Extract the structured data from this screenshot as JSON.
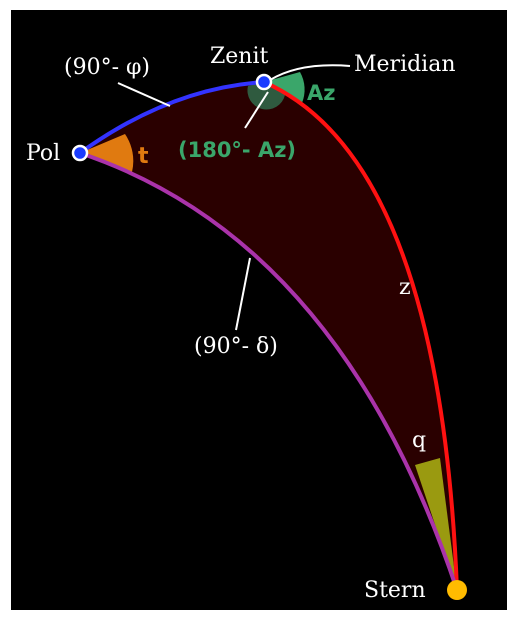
{
  "labels": {
    "zenit": "Zenit",
    "meridian": "Meridian",
    "pol": "Pol",
    "stern": "Stern",
    "co_latitude": "(90°- φ)",
    "co_declination": "(90°- δ)",
    "zenith_distance": "z",
    "hour_angle": "t",
    "azimuth": "Az",
    "supplement_azimuth": "(180°- Az)",
    "parallactic_angle": "q"
  },
  "colors": {
    "background": "#000000",
    "triangle_fill": "#2a0000",
    "pol_zenit_arc": "#3333ff",
    "zenit_stern_arc": "#ff1111",
    "pol_stern_arc": "#aa33aa",
    "hour_angle": "#e07a10",
    "azimuth": "#3aa66a",
    "supplement_azimuth": "#2f5a3f",
    "parallactic_angle": "#9a9a10",
    "pol_zenit_point": "#1a3cff",
    "star": "#ffbb00",
    "label_text": "#ffffff",
    "green_text": "#3aa66a",
    "orange_text": "#e07a10"
  }
}
